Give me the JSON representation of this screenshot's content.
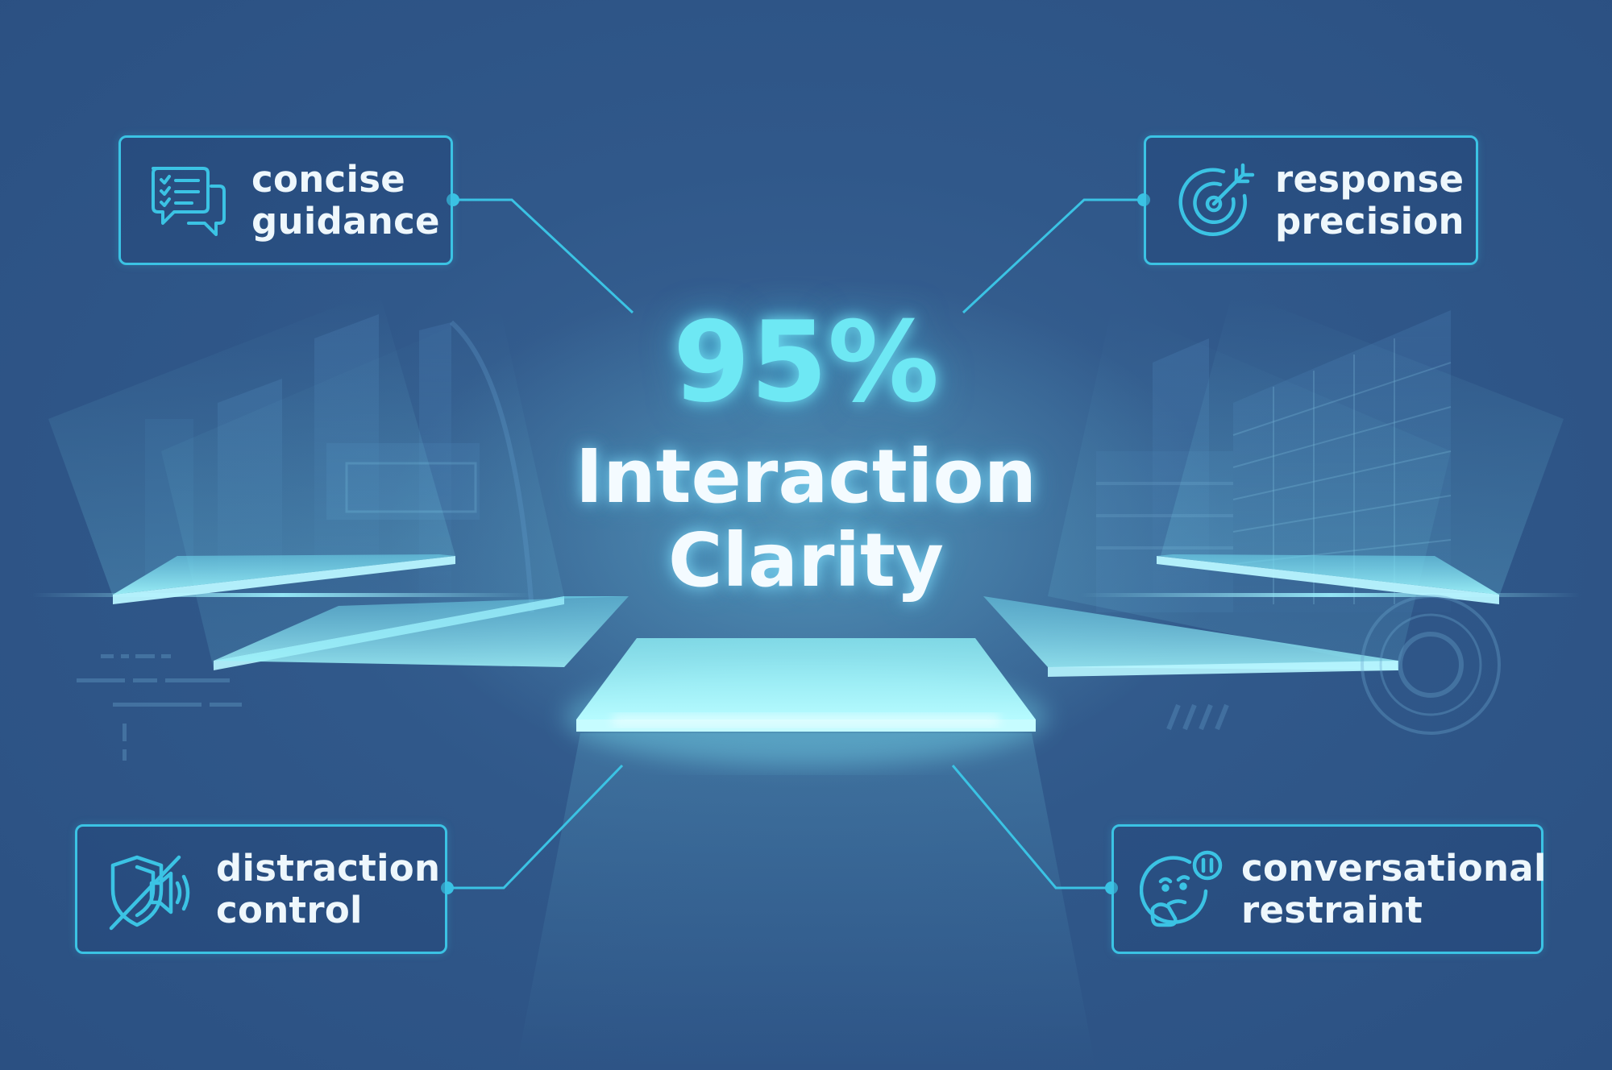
{
  "headline": {
    "value": "95%",
    "label_line1": "Interaction",
    "label_line2": "Clarity"
  },
  "features": [
    {
      "icon": "chat-checklist-icon",
      "line1": "concise",
      "line2": "guidance"
    },
    {
      "icon": "target-arrow-icon",
      "line1": "response",
      "line2": "precision"
    },
    {
      "icon": "muted-shield-icon",
      "line1": "distraction",
      "line2": "control"
    },
    {
      "icon": "thinking-face-pause-icon",
      "line1": "conversational",
      "line2": "restraint"
    }
  ],
  "colors": {
    "background": "#2f5789",
    "accent": "#3bc3e4",
    "glow": "#6ee8f4",
    "text": "#eef7fc"
  }
}
